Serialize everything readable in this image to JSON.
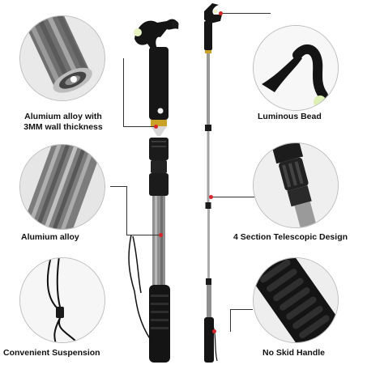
{
  "callouts": {
    "wall_thickness": "Alumium alloy with\n3MM wall thickness",
    "alloy": "Alumium alloy",
    "suspension": "Convenient Suspension",
    "bead": "Luminous Bead",
    "telescopic": "4 Section Telescopic Design",
    "handle": "No Skid Handle"
  },
  "colors": {
    "accent_dot": "#d8242b",
    "pole_metal": "#8c8c8c",
    "pole_black": "#1c1c1c",
    "bead": "#e7f2c4",
    "gold_ring": "#c9a227"
  },
  "icons": {
    "hook": "boat-hook-icon",
    "bead": "luminous-bead-icon",
    "strap": "wrist-strap-icon",
    "grip": "no-skid-grip-icon"
  }
}
